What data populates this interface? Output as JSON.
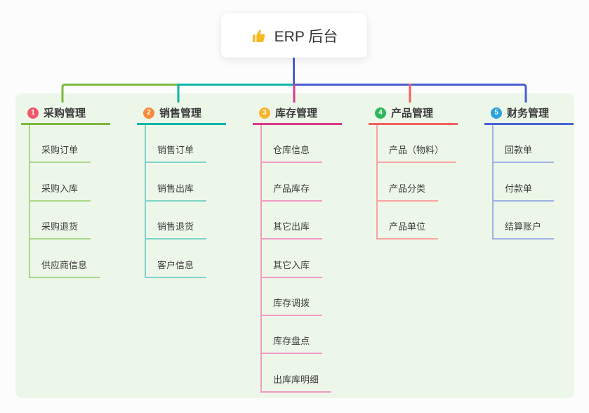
{
  "root": {
    "icon": "thumbs-up",
    "icon_color": "#f5b921",
    "label": "ERP 后台"
  },
  "canvas": {
    "page_bg": "#fcfcfc",
    "panel_bg": "#edf7e9"
  },
  "connector_color": "#4a5ed2",
  "branches": [
    {
      "index": "1",
      "label": "采购管理",
      "badge_color": "#f2566d",
      "line_color": "#7cb93e",
      "item_line_color": "#abd689",
      "items": [
        "采购订单",
        "采购入库",
        "采购退货",
        "供应商信息"
      ]
    },
    {
      "index": "2",
      "label": "销售管理",
      "badge_color": "#f68b3d",
      "line_color": "#0fb5a9",
      "item_line_color": "#7fd2c9",
      "items": [
        "销售订单",
        "销售出库",
        "销售退货",
        "客户信息"
      ]
    },
    {
      "index": "3",
      "label": "库存管理",
      "badge_color": "#f7b42d",
      "line_color": "#d93a8e",
      "item_line_color": "#f09bc4",
      "items": [
        "仓库信息",
        "产品库存",
        "其它出库",
        "其它入库",
        "库存调拨",
        "库存盘点",
        "出库库明细"
      ]
    },
    {
      "index": "4",
      "label": "产品管理",
      "badge_color": "#2eb958",
      "line_color": "#f35f5e",
      "item_line_color": "#f8a4a3",
      "items": [
        "产品（物料）",
        "产品分类",
        "产品单位"
      ]
    },
    {
      "index": "5",
      "label": "财务管理",
      "badge_color": "#2ba3dc",
      "line_color": "#4a63d4",
      "item_line_color": "#9fb1e4",
      "items": [
        "回款单",
        "付款单",
        "结算账户"
      ]
    }
  ]
}
